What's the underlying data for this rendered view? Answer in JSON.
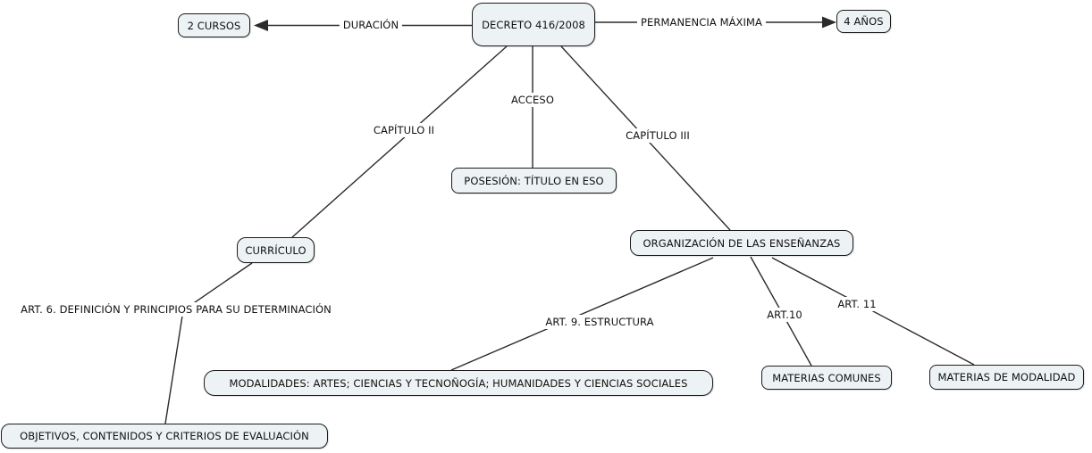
{
  "nodes": {
    "decreto": "DECRETO 416/2008",
    "cursos": "2 CURSOS",
    "anos": "4 AÑOS",
    "posesion": "POSESIÓN: TÍTULO EN ESO",
    "curriculo": "CURRÍCULO",
    "organizacion": "ORGANIZACIÓN DE LAS ENSEÑANZAS",
    "objetivos": "OBJETIVOS, CONTENIDOS Y CRITERIOS DE EVALUACIÓN",
    "modalidades": "MODALIDADES: ARTES; CIENCIAS Y TECNOÑOGÍA; HUMANIDADES Y CIENCIAS SOCIALES",
    "materias_comunes": "MATERIAS COMUNES",
    "materias_modalidad": "MATERIAS DE MODALIDAD"
  },
  "edge_labels": {
    "duracion": "DURACIÓN",
    "permanencia": "PERMANENCIA MÁXIMA",
    "acceso": "ACCESO",
    "capitulo2": "CAPÍTULO II",
    "capitulo3": "CAPÍTULO III",
    "art6": "ART. 6. DEFINICIÓN Y PRINCIPIOS PARA SU DETERMINACIÓN",
    "art9": "ART. 9. ESTRUCTURA",
    "art10": "ART.10",
    "art11": "ART. 11"
  },
  "colors": {
    "background": "#ffffff",
    "node_fill": "#edf2f4",
    "node_border": "#1c1c1c",
    "line": "#2b2b2b",
    "text": "#111111"
  }
}
